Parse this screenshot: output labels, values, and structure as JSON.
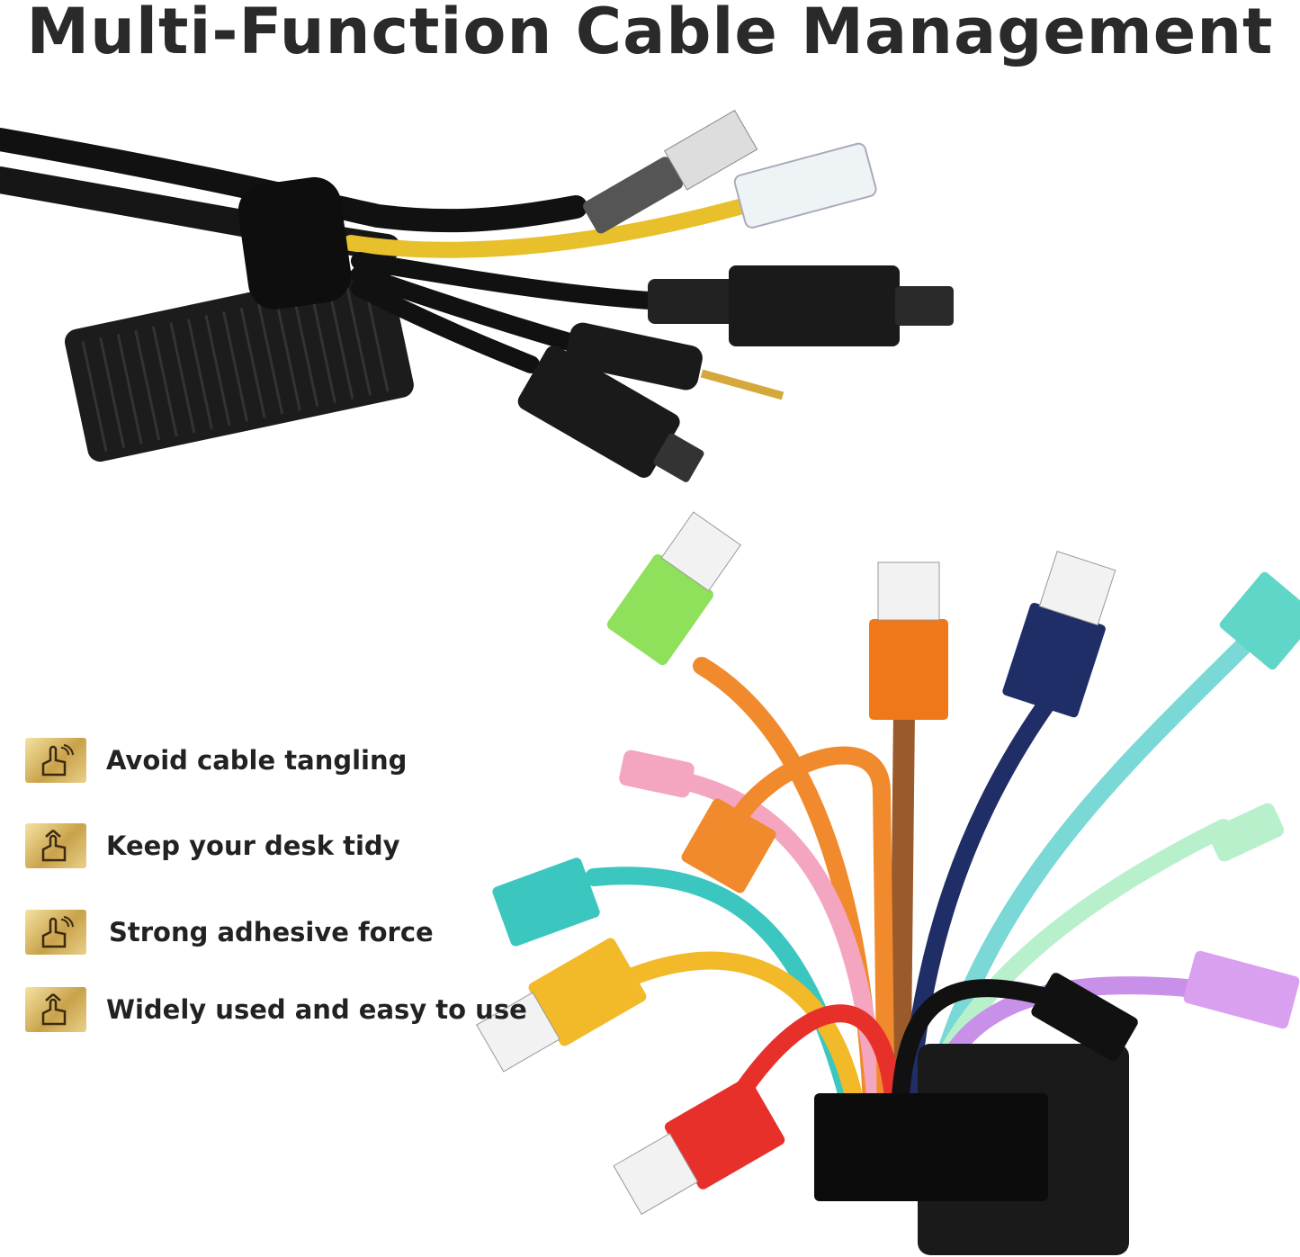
{
  "title": "Multi-Function Cable Management",
  "features": [
    {
      "label": "Avoid cable tangling",
      "icon": "hand-tap-icon"
    },
    {
      "label": "Keep your desk tidy",
      "icon": "hand-arrow-up-icon"
    },
    {
      "label": "Strong adhesive force",
      "icon": "hand-tap-icon"
    },
    {
      "label": "Widely used and easy to use",
      "icon": "hand-arrow-up-icon"
    }
  ],
  "colors": {
    "title": "#2a2a2a",
    "icon_gold": "#c9a24a",
    "strap": "#111111",
    "cables": [
      "#f08a2c",
      "#8fe05a",
      "#1f2e66",
      "#5fd6c8",
      "#f4a6c0",
      "#3cc6c0",
      "#f2b928",
      "#e8302a",
      "#c890e8",
      "#b8f0cc",
      "#9a5a2a"
    ]
  }
}
